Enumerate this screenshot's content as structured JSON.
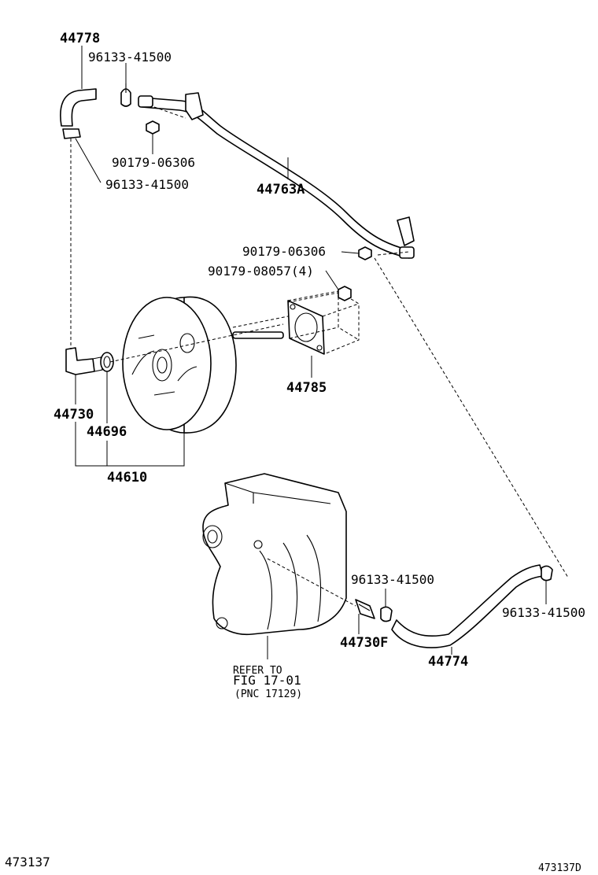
{
  "labels": {
    "p44778": "44778",
    "p96133_top": "96133-41500",
    "p90179_a": "90179-06306",
    "p96133_left": "96133-41500",
    "p44763A": "44763A",
    "p90179_b": "90179-06306",
    "p90179_08057": "90179-08057(4)",
    "p44785": "44785",
    "p44730": "44730",
    "p44696": "44696",
    "p44610": "44610",
    "p96133_mid": "96133-41500",
    "p44730F": "44730F",
    "p96133_right": "96133-41500",
    "p44774": "44774",
    "refer_line1": "REFER TO",
    "refer_line2": "FIG 17-01",
    "refer_line3": "(PNC 17129)",
    "footer_left": "473137",
    "footer_right": "473137D"
  }
}
